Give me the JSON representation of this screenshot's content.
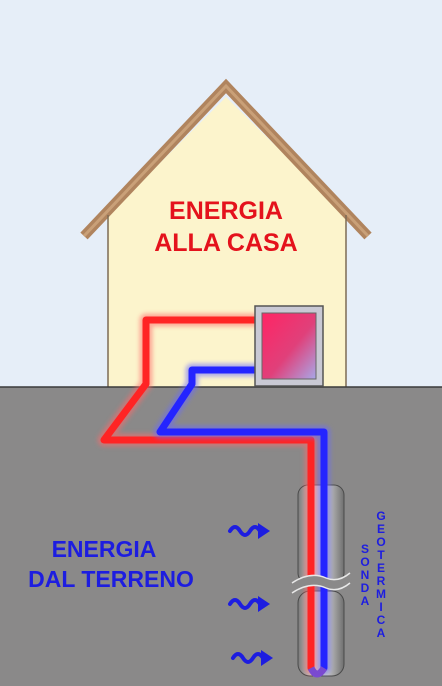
{
  "house_label": [
    "ENERGIA",
    "ALLA CASA"
  ],
  "ground_label": [
    "ENERGIA",
    "DAL TERRENO"
  ],
  "probe_label": {
    "word1": [
      "S",
      "O",
      "N",
      "D",
      "A"
    ],
    "word2": [
      "G",
      "E",
      "O",
      "T",
      "E",
      "R",
      "M",
      "I",
      "C",
      "A"
    ]
  },
  "colors": {
    "sky": "#e6eef8",
    "ground": "#8a8989",
    "house_wall": "#fcf4cc",
    "roof_edge": "#b0845e",
    "hot_pipe": "#ff2424",
    "cold_pipe": "#2424ff",
    "pump_fill_top": "#ff2464",
    "pump_fill_bottom": "#b0a0e0",
    "house_text": "#e4121c",
    "ground_text": "#1d1de0"
  },
  "icons": [
    "heat-wave-arrow-icon",
    "heat-pump-unit-icon",
    "probe-break-icon"
  ]
}
